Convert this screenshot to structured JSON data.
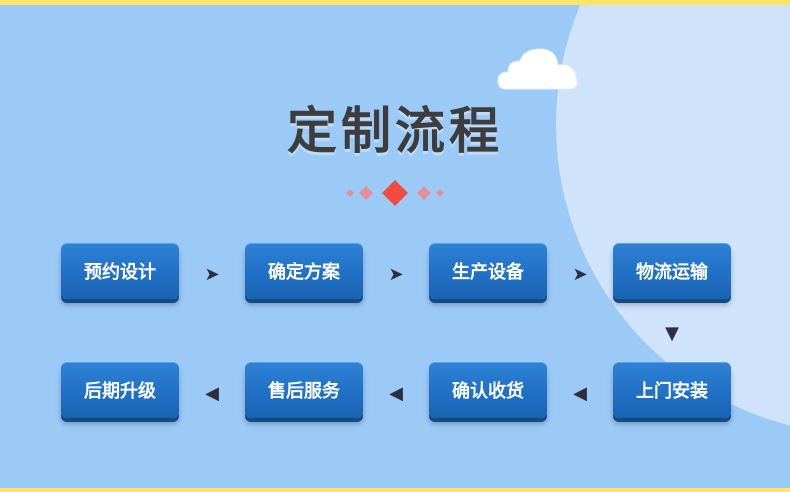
{
  "title": "定制流程",
  "steps": [
    "预约设计",
    "确定方案",
    "生产设备",
    "物流运输",
    "上门安装",
    "确认收货",
    "售后服务",
    "后期升级"
  ],
  "arrows": {
    "right": "➤",
    "down": "▼",
    "left": "◀"
  },
  "colors": {
    "background": "#9ccaf7",
    "accent_circle": "#cfe4fb",
    "border": "#ffe36a",
    "button": "#1f6fc4",
    "ornament_main": "#ef4b3f",
    "ornament_side": "#e58e9a"
  }
}
